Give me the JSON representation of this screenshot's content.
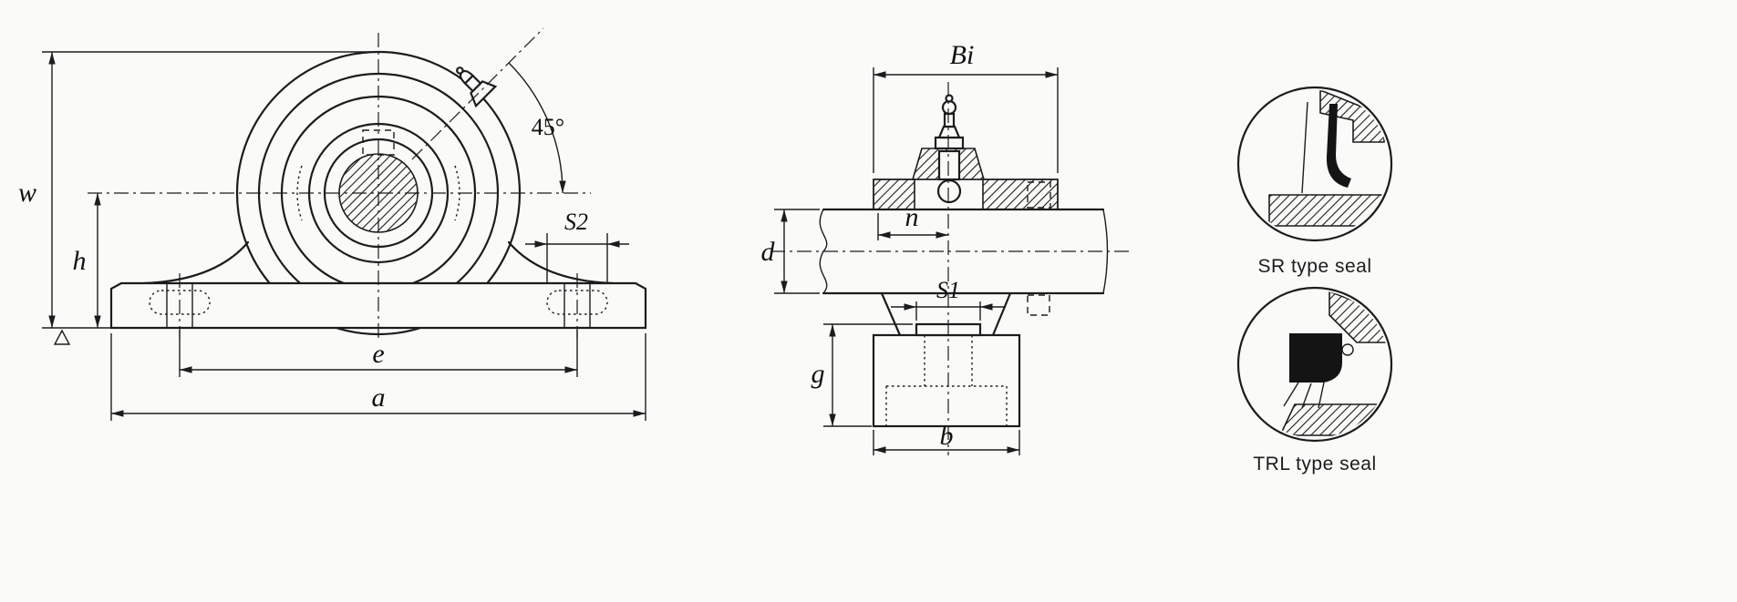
{
  "drawing": {
    "colors": {
      "line": "#1c1c1c",
      "background": "#fafaf8"
    },
    "front_view": {
      "dim_w": "w",
      "dim_h": "h",
      "dim_s2": "S2",
      "dim_angle": "45°",
      "dim_e": "e",
      "dim_a": "a"
    },
    "side_view": {
      "dim_bi": "Bi",
      "dim_n": "n",
      "dim_d": "d",
      "dim_s1": "S1",
      "dim_g": "g",
      "dim_b": "b"
    },
    "seal_details": {
      "sr_caption": "SR type seal",
      "trl_caption": "TRL type seal"
    }
  }
}
